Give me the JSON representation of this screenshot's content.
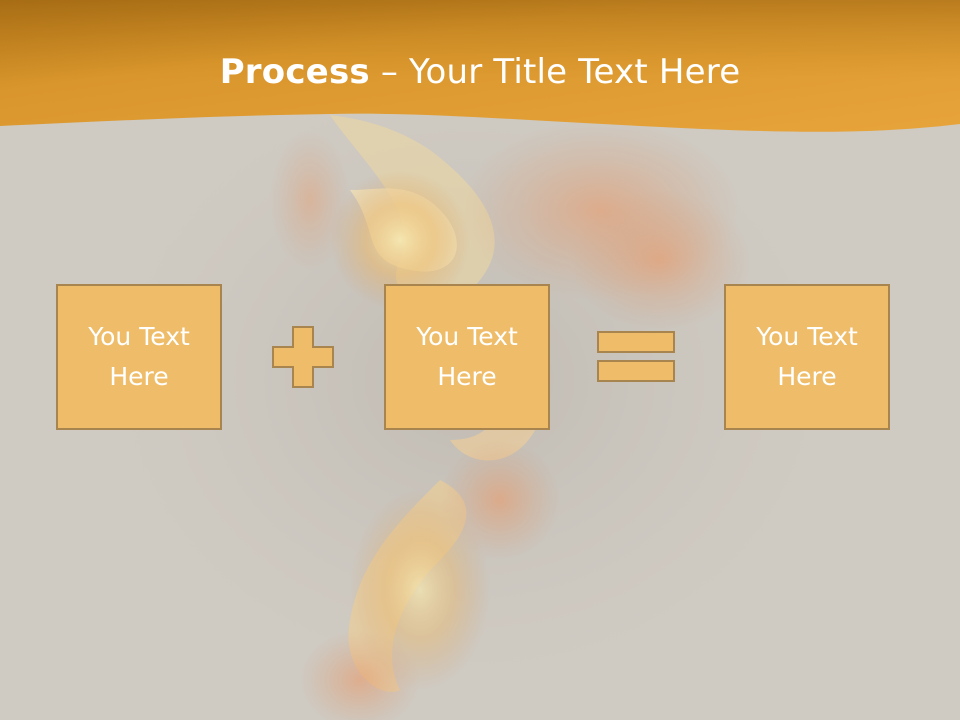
{
  "slide": {
    "title_bold": "Process",
    "title_rest": " – Your Title Text Here",
    "boxes": [
      {
        "text": "You Text Here"
      },
      {
        "text": "You Text Here"
      },
      {
        "text": "You Text Here"
      }
    ],
    "operators": [
      "plus-icon",
      "equals-icon"
    ]
  },
  "colors": {
    "header_gradient_start": "#e7a83a",
    "header_gradient_end": "#b06f14",
    "background": "#cfcac2",
    "box_fill": "#efbd69",
    "box_border": "#a8844e",
    "operator_fill": "#efbd69",
    "text": "#ffffff"
  }
}
